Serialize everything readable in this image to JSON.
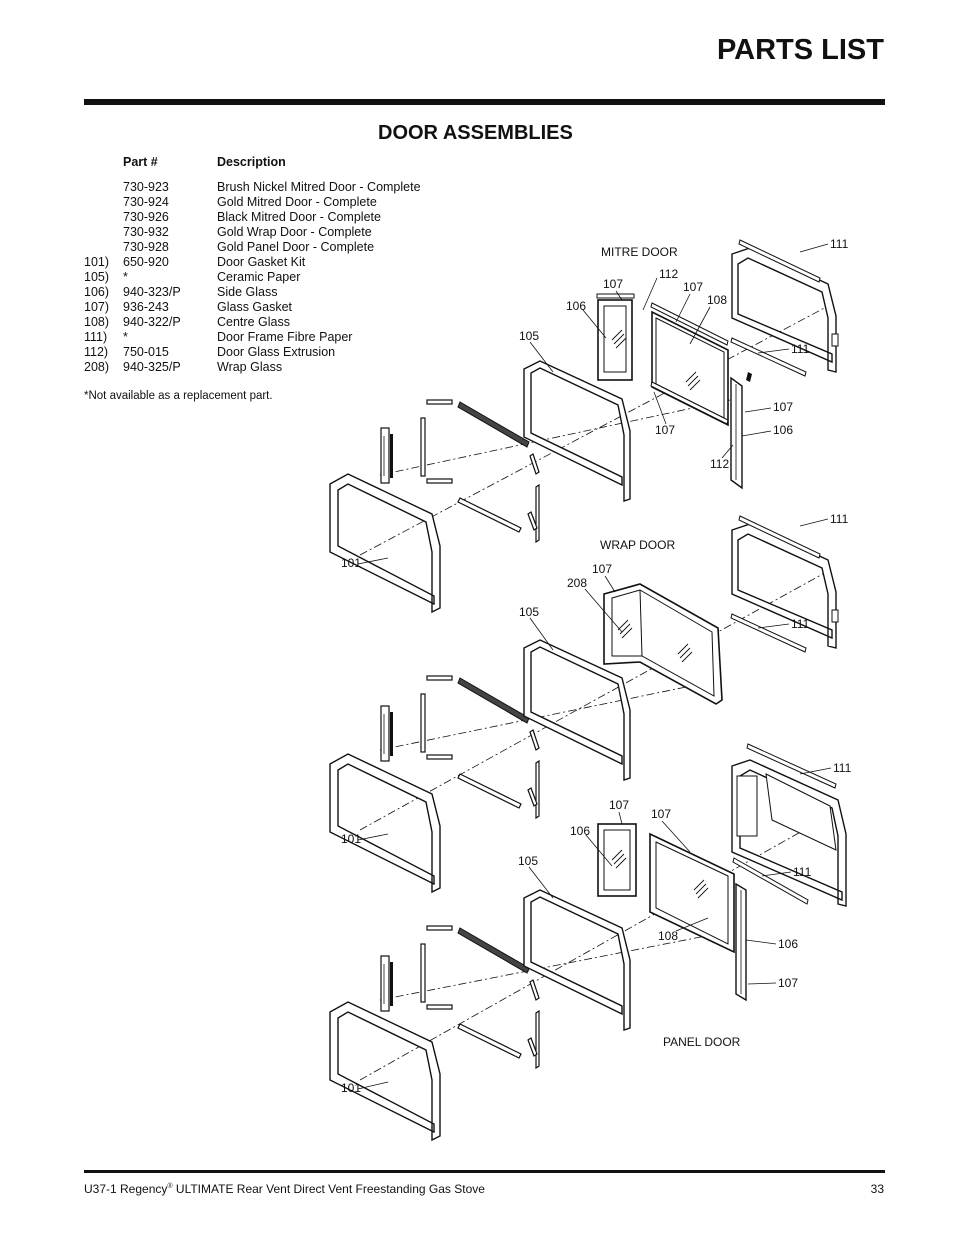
{
  "page": {
    "title": "PARTS LIST",
    "section_title": "DOOR ASSEMBLIES",
    "columns": {
      "part": "Part #",
      "description": "Description"
    },
    "parts": [
      {
        "index": "",
        "part": "730-923",
        "description": "Brush Nickel Mitred Door - Complete"
      },
      {
        "index": "",
        "part": "730-924",
        "description": "Gold Mitred Door - Complete"
      },
      {
        "index": "",
        "part": "730-926",
        "description": "Black Mitred Door - Complete"
      },
      {
        "index": "",
        "part": "730-932",
        "description": "Gold Wrap Door - Complete"
      },
      {
        "index": "",
        "part": "730-928",
        "description": "Gold Panel Door - Complete"
      },
      {
        "index": "101)",
        "part": "650-920",
        "description": "Door Gasket Kit"
      },
      {
        "index": "105)",
        "part": "*",
        "description": "Ceramic Paper"
      },
      {
        "index": "106)",
        "part": "940-323/P",
        "description": "Side Glass"
      },
      {
        "index": "107)",
        "part": "936-243",
        "description": "Glass Gasket"
      },
      {
        "index": "108)",
        "part": "940-322/P",
        "description": "Centre Glass"
      },
      {
        "index": "111)",
        "part": "*",
        "description": "Door Frame Fibre Paper"
      },
      {
        "index": "112)",
        "part": "750-015",
        "description": "Door Glass Extrusion"
      },
      {
        "index": "208)",
        "part": "940-325/P",
        "description": "Wrap Glass"
      }
    ],
    "footnote": "*Not available as a replacement part.",
    "footer": {
      "doc_prefix": "U37-1 Regency",
      "registered_mark": "®",
      "doc_suffix": " ULTIMATE Rear Vent Direct Vent Freestanding Gas Stove",
      "page_number": "33"
    }
  },
  "diagram": {
    "mitre": {
      "title": "MITRE DOOR",
      "labels": {
        "l111a": "111",
        "l111b": "111",
        "l107a": "107",
        "l112a": "112",
        "l107b": "107",
        "l108": "108",
        "l106a": "106",
        "l105": "105",
        "l107c": "107",
        "l106b": "106",
        "l107d": "107",
        "l112b": "112",
        "l101": "101"
      }
    },
    "wrap": {
      "title": "WRAP DOOR",
      "labels": {
        "l111a": "111",
        "l111b": "111",
        "l107": "107",
        "l208": "208",
        "l105": "105",
        "l101": "101"
      }
    },
    "panel": {
      "title": "PANEL DOOR",
      "labels": {
        "l111a": "111",
        "l111b": "111",
        "l107a": "107",
        "l107b": "107",
        "l106a": "106",
        "l105": "105",
        "l108": "108",
        "l106b": "106",
        "l107c": "107",
        "l101": "101"
      }
    }
  }
}
